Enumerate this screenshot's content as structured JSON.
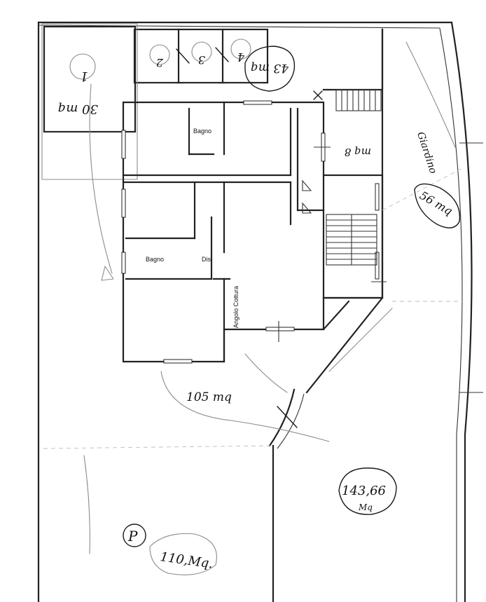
{
  "rooms": {
    "bagno_top": "Bagno",
    "bagno_mid": "Bagno",
    "disimpegno": "Dis.",
    "angolo_cottura": "Angolo Cottura"
  },
  "annotations": {
    "box_small": "1",
    "box_small_area": "30 mq",
    "garage_1": "2",
    "garage_2": "3",
    "garage_3": "4",
    "garage_area": "43 mq",
    "room_area_8": "mq 8",
    "giardino_label": "Giardino",
    "giardino_area": "56 mq",
    "main_area": "105 mq",
    "courtyard_area_top": "143,66",
    "courtyard_area_unit": "Mq",
    "parking_symbol": "P",
    "parking_area": "110,Mq."
  }
}
